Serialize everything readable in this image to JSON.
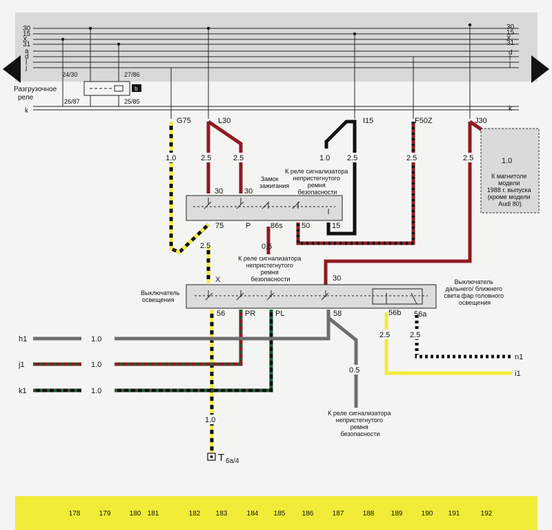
{
  "bus": {
    "lines_left": [
      "30",
      "15",
      "X",
      "31",
      "a",
      "d",
      "l",
      "j"
    ],
    "lines_right": [
      "30",
      "15",
      "X",
      "31",
      "d",
      "l",
      "j"
    ],
    "k_left": "k",
    "k_right": "k"
  },
  "relay": {
    "label": "Разгрузочное\nреле",
    "pins": [
      "24/30",
      "27/86",
      "26/87",
      "25/85"
    ],
    "tag": "b"
  },
  "terminals": {
    "g75": "G75",
    "l30": "L30",
    "i15": "I15",
    "f50z": "F50Z",
    "j30": "J30"
  },
  "wire_sizes": {
    "g75": "1.0",
    "l30_a": "2.5",
    "l30_b": "2.5",
    "i15_a": "1.0",
    "i15_b": "2.5",
    "f50z": "2.5",
    "j30": "2.5",
    "radio": "1.0",
    "t75": "2.5",
    "t86s": "0.5",
    "t58": "0.5",
    "t56b": "2.5",
    "t56a": "2.5",
    "t56": "1.0",
    "h1": "1.0",
    "j1": "1.0",
    "k1": "1.0"
  },
  "ignition": {
    "label": "Замок\nзажигания",
    "pins_top": [
      "30",
      "30"
    ],
    "pins_bottom": [
      "75",
      "P",
      "86s",
      "50",
      "15"
    ]
  },
  "light_switch": {
    "label": "Выключатель\nосвещения",
    "pins_top": [
      "X",
      "30"
    ],
    "pins_bottom": [
      "56",
      "PR",
      "PL",
      "58"
    ]
  },
  "beam_switch": {
    "label": "Выключатель\nдальнего/ ближнего\nсвета фар головного\nосвещения",
    "pins": [
      "56b",
      "56a"
    ]
  },
  "notes": {
    "seatbelt_top": "К реле сигнализатора\nнепристегнутого\nремня\nбезопасности",
    "seatbelt_mid": "К реле сигнализатора\nнепристегнутого\nремня\nбезопасности",
    "seatbelt_bottom": "К реле сигнализатора\nнепристегнутого\nремня\nбезопасности",
    "radio": "К магнитоле\nмодели\n1988 г. выпуска\n(кроме модели\nAudi 80)"
  },
  "edges": {
    "h1": "h1",
    "j1": "j1",
    "k1": "k1",
    "n1": "n1",
    "i1": "i1"
  },
  "connector": {
    "prefix": "T",
    "suffix": "6a/4"
  },
  "footer": {
    "numbers": [
      "178",
      "179",
      "180",
      "181",
      "182",
      "183",
      "184",
      "185",
      "186",
      "187",
      "188",
      "189",
      "190",
      "191",
      "192"
    ]
  },
  "colors": {
    "red": "#8e1a22",
    "yellow": "#f2ec3a",
    "black": "#111111",
    "gray": "#6e6e6e",
    "green": "#1f5a2c",
    "white": "#ffffff",
    "footer": "#f0ec38",
    "bus_band": "#d6d6d6"
  }
}
